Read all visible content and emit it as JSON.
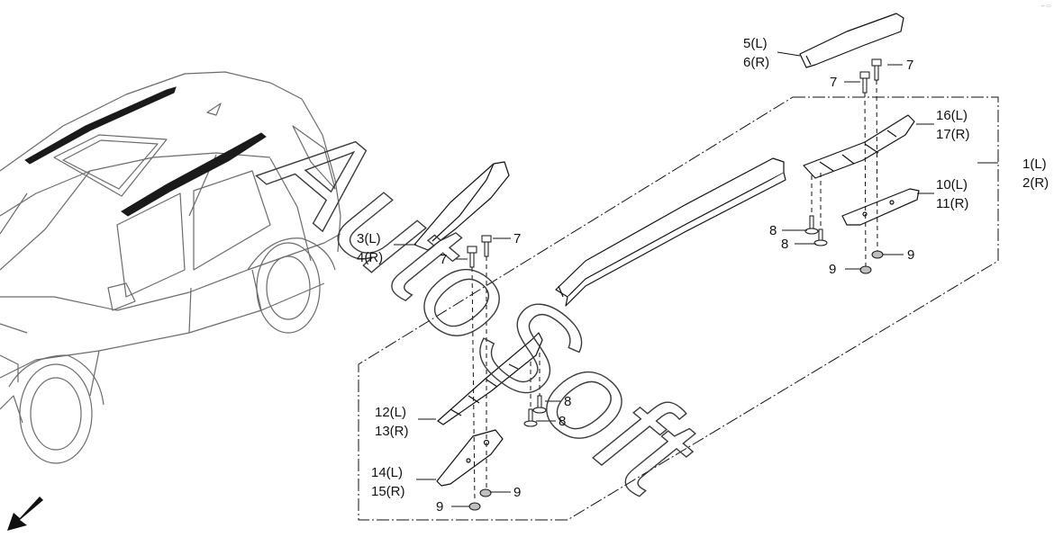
{
  "corner_mark": "⌐ ▭",
  "watermark": {
    "text": "AutoSoft",
    "color": "#3a3a3a"
  },
  "colors": {
    "line": "#111111",
    "part_fill": "#ffffff",
    "washer_fill": "#bfbfbf",
    "car_line": "#6b6b6b"
  },
  "callouts": {
    "p1": [
      "1(L)",
      "2(R)"
    ],
    "p3": [
      "3(L)",
      "4(R)"
    ],
    "p5": [
      "5(L)",
      "6(R)"
    ],
    "p10": [
      "10(L)",
      "11(R)"
    ],
    "p12": [
      "12(L)",
      "13(R)"
    ],
    "p14": [
      "14(L)",
      "15(R)"
    ],
    "p16": [
      "16(L)",
      "17(R)"
    ],
    "bolt": "7",
    "clip": "8",
    "nut": "9"
  },
  "direction_icon": "front-direction-arrow-icon"
}
